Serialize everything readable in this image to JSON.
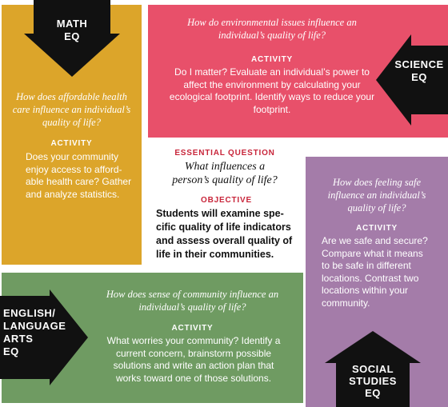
{
  "math": {
    "eq_label": "MATH\nEQ",
    "question": "How does affordable health care influence an individual’s quality of life?",
    "activity_label": "ACTIVITY",
    "activity": "Does your community enjoy access to afford-able health care? Gather and analyze statistics."
  },
  "science": {
    "eq_label": "SCIENCE\nEQ",
    "question": "How do environmental issues influence an individual’s quality of life?",
    "activity_label": "ACTIVITY",
    "activity": "Do I matter? Evaluate an individual’s power to affect the environment by calculating your ecological footprint. Identify ways to reduce your footprint."
  },
  "social": {
    "eq_label": "SOCIAL\nSTUDIES\nEQ",
    "question": "How does feeling safe influence an individual’s quality of life?",
    "activity_label": "ACTIVITY",
    "activity": "Are we safe and secure? Compare what it means to be safe in different locations. Contrast two locations within your community."
  },
  "english": {
    "eq_label": "ENGLISH/\nLANGUAGE\nARTS\nEQ",
    "question": "How does sense of community influence an individual’s quality of life?",
    "activity_label": "ACTIVITY",
    "activity": "What worries your community? Identify a current concern, brainstorm possible solutions and write an action plan that works toward one of those solutions."
  },
  "center": {
    "eq_label": "ESSENTIAL QUESTION",
    "eq": "What influences a person’s quality of life?",
    "objective_label": "OBJECTIVE",
    "objective": "Students will examine spe-cific quality of life indicators and assess overall quality of life in their communities."
  },
  "colors": {
    "math": "#dca52a",
    "science": "#e8506a",
    "social": "#a47ca9",
    "english": "#6f9b62",
    "accent_label": "#c8253a",
    "arrow": "#111111"
  }
}
